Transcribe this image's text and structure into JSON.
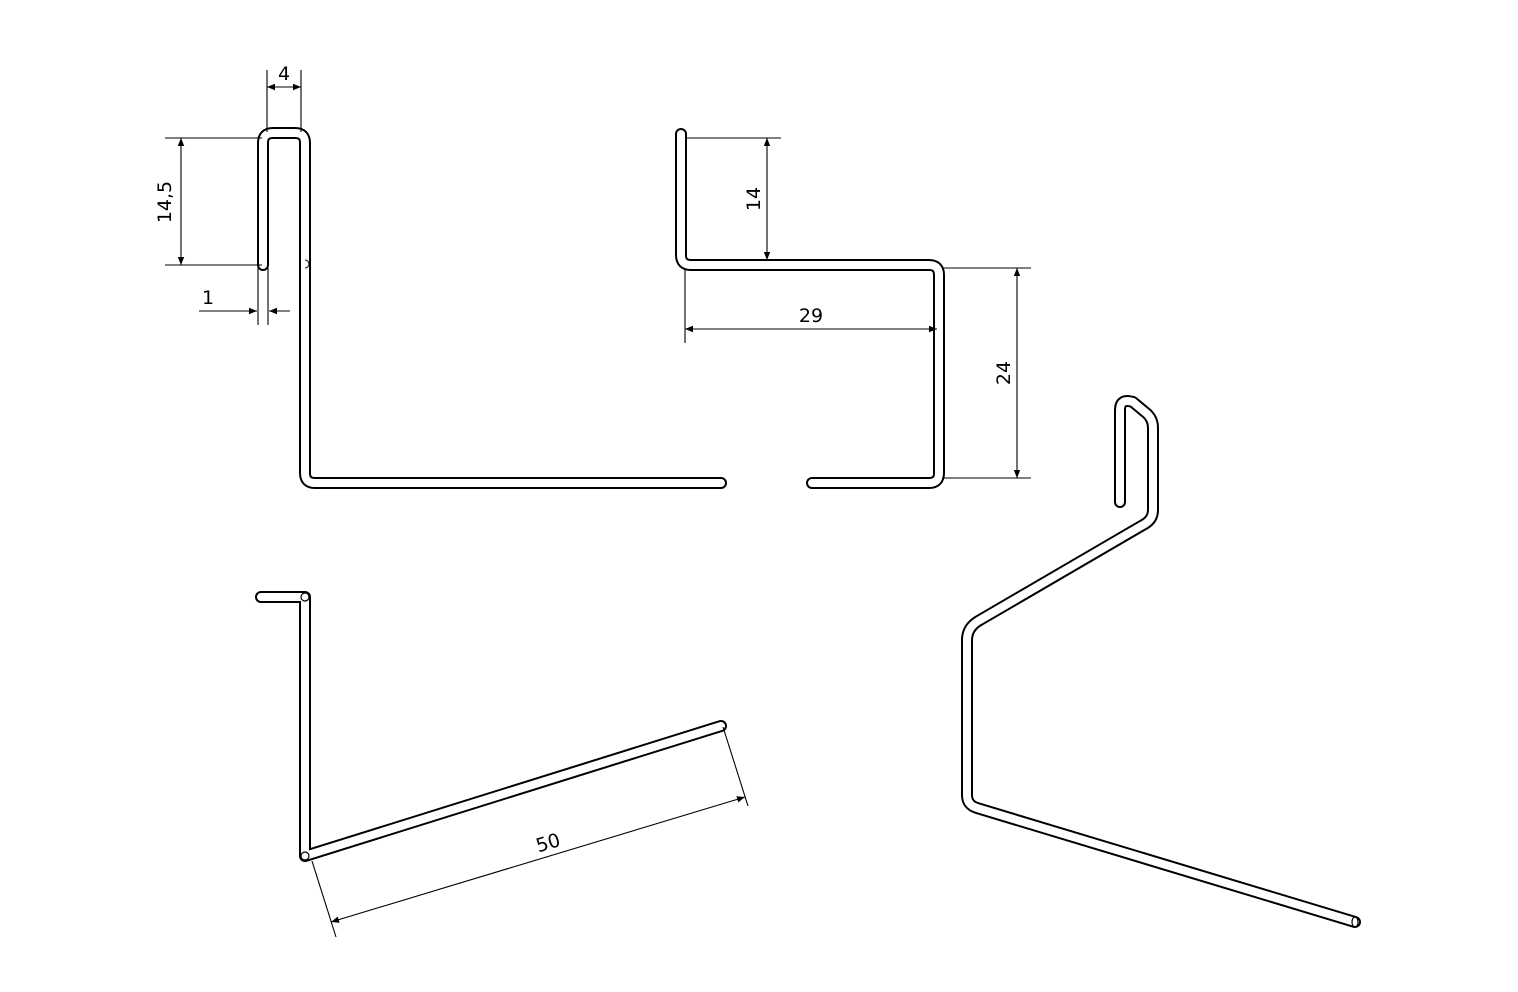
{
  "dimensions": {
    "top_left_width": "4",
    "top_left_height": "14,5",
    "top_left_thickness": "1",
    "top_right_height": "14",
    "top_right_width": "29",
    "top_right_drop": "24",
    "bottom_left_length": "50"
  }
}
